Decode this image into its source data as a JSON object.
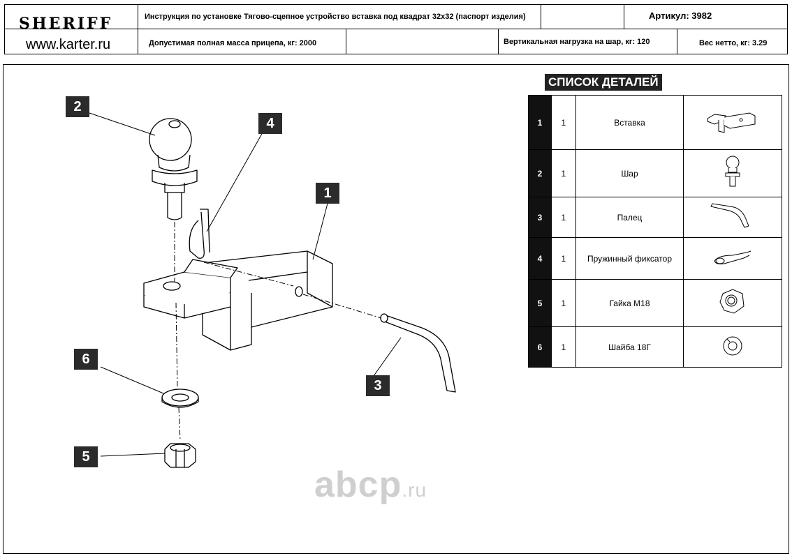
{
  "header": {
    "brand": "SHERIFF",
    "website": "www.karter.ru",
    "instruction_title": "Инструкция по установке Тягово-сцепное устройство вставка под квадрат 32x32 (паспорт изделия)",
    "article": "Артикул: 3982",
    "max_trailer_mass": "Допустимая полная масса прицепа, кг: 2000",
    "vertical_load": "Вертикальная нагрузка на шар, кг: 120",
    "net_weight": "Вес нетто, кг: 3.29"
  },
  "drawing": {
    "callouts": [
      "1",
      "2",
      "3",
      "4",
      "5",
      "6"
    ]
  },
  "parts_list": {
    "title": "СПИСОК ДЕТАЛЕЙ",
    "rows": [
      {
        "num": "1",
        "qty": "1",
        "name": "Вставка",
        "icon": "hitch-insert-icon"
      },
      {
        "num": "2",
        "qty": "1",
        "name": "Шар",
        "icon": "tow-ball-icon"
      },
      {
        "num": "3",
        "qty": "1",
        "name": "Палец",
        "icon": "pin-icon"
      },
      {
        "num": "4",
        "qty": "1",
        "name": "Пружинный фиксатор",
        "icon": "spring-clip-icon"
      },
      {
        "num": "5",
        "qty": "1",
        "name": "Гайка М18",
        "icon": "nut-icon"
      },
      {
        "num": "6",
        "qty": "1",
        "name": "Шайба 18Г",
        "icon": "washer-icon"
      }
    ]
  },
  "watermark": {
    "main": "abcp",
    "suffix": ".ru"
  }
}
